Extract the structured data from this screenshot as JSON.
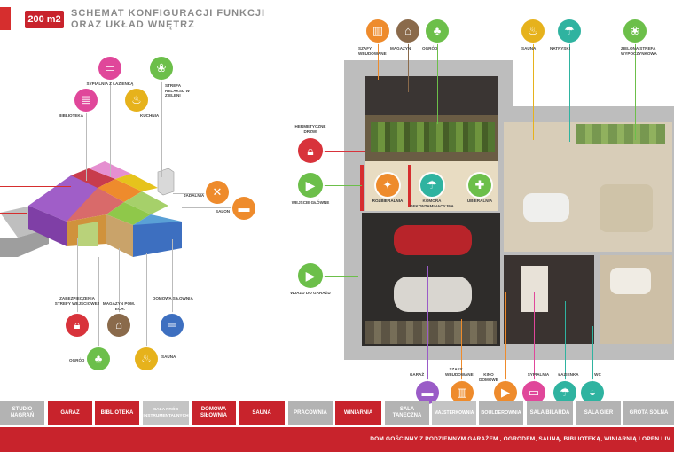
{
  "header": {
    "area_badge": "200 m2",
    "title_line1": "SCHEMAT KONFIGURACJI FUNKCJI",
    "title_line2": "ORAZ UKŁAD WNĘTRZ"
  },
  "left_labels": {
    "sypialnia": "SYPIALNIA Z ŁAZIENKĄ",
    "strefa_relaksu": "STREFA RELAKSU W ZIELENI",
    "biblioteka": "BIBLIOTEKA",
    "kuchnia": "KUCHNIA",
    "jadalnia": "JADALNIA",
    "salon": "SALON",
    "zabezpieczenia": "ZABEZPIECZENIA STREFY WEJŚCIOWEJ",
    "magazyn": "MAGAZYN POM. TECH.",
    "silownia": "DOMOWA SIŁOWNIA",
    "ogrod": "OGRÓD",
    "sauna": "SAUNA"
  },
  "plan_labels": {
    "szafy_top": "SZAFY WBUDOWANE",
    "magazyn_top": "MAGAZYN",
    "ogrod_top": "OGRÓD",
    "sauna_top": "SAUNA",
    "natryski": "NATRYSKI",
    "zielona_strefa": "ZIELONA STREFA WYPOCZYNKOWA",
    "hermetyczne": "HERMETYCZNE DRZWI",
    "wejscie": "WEJŚCIE GŁÓWNE",
    "wjazd": "WJAZD DO GARAŻU",
    "rozbieralnia": "ROZBIERALNIA",
    "komora": "KOMORA DEKONTAMINACYJNA",
    "ubieralnia": "UBIERALNIA",
    "garaz": "GARAŻ",
    "szafy_bottom": "SZAFY WBUDOWANE",
    "kino": "KINO DOMOWE",
    "sypialnia": "SYPIALNIA",
    "lazienka": "ŁAZIENKA",
    "wc": "WC"
  },
  "tabs": [
    {
      "label": "STUDIO NAGRAŃ"
    },
    {
      "label": "GARAŻ"
    },
    {
      "label": "BIBLIOTEKA"
    },
    {
      "label": "SALA PRÓB INSTRUMENTALNYCH"
    },
    {
      "label": "DOMOWA SIŁOWNIA"
    },
    {
      "label": "SAUNA"
    },
    {
      "label": "PRACOWNIA"
    },
    {
      "label": "WINIARNIA"
    },
    {
      "label": "SALA TANECZNA"
    },
    {
      "label": "MAJSTERKOWNIA"
    },
    {
      "label": "BOULDEROWNIA"
    },
    {
      "label": "SALA BILARDA"
    },
    {
      "label": "SALA GIER"
    },
    {
      "label": "GROTA SOLNA"
    }
  ],
  "footer": "DOM GOŚCINNY Z PODZIEMNYM GARAŻEM , OGRODEM, SAUNĄ, BIBLIOTEKĄ, WINIARNIĄ I OPEN LIV",
  "colors": {
    "accent": "#c8232c",
    "pink": "#e0479a",
    "orange": "#ee8b2c",
    "yellow": "#e6b21c",
    "green": "#6cbf4a",
    "teal": "#2fb3a0",
    "blue": "#3d6fc0",
    "purple": "#9a5cc7",
    "red": "#d8333b",
    "brown": "#8a6a4b"
  },
  "icons": {
    "bed": "bed-icon",
    "lotus": "lotus-icon",
    "book": "book-icon",
    "cooking": "cooking-pot-icon",
    "cutlery": "cutlery-icon",
    "sofa": "sofa-icon",
    "lock": "lock-icon",
    "warehouse": "warehouse-icon",
    "dumbbell": "dumbbell-icon",
    "plant": "plant-icon",
    "sauna": "sauna-icon",
    "wardrobe": "wardrobe-icon",
    "shower": "shower-icon",
    "play": "play-icon",
    "car": "car-icon",
    "camera": "camera-icon",
    "toilet": "toilet-icon"
  }
}
